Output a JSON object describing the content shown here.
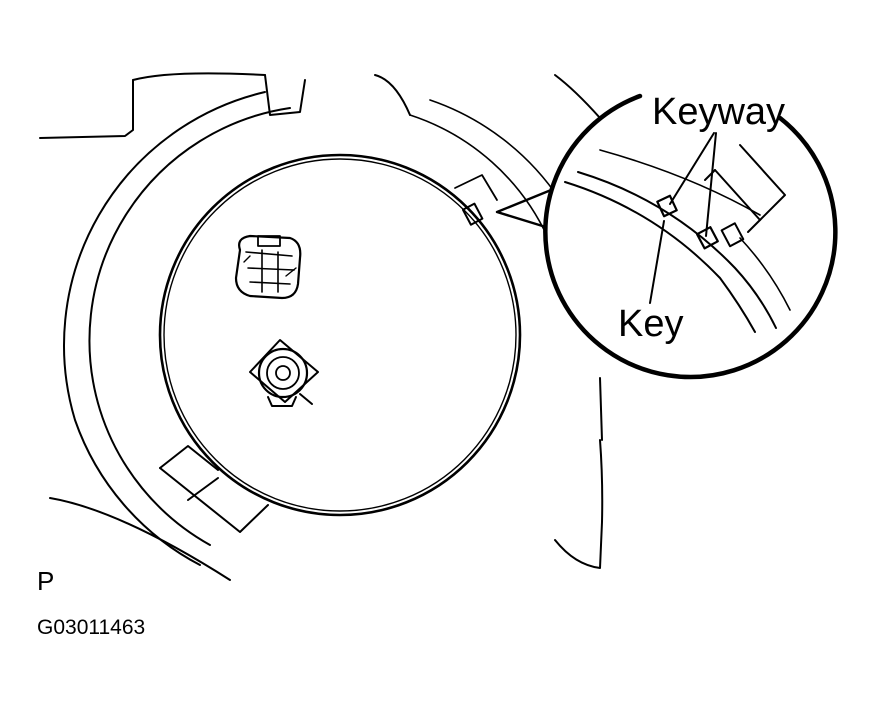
{
  "labels": {
    "keyway": "Keyway",
    "key": "Key",
    "view_letter": "P",
    "figure_code": "G03011463"
  },
  "colors": {
    "line": "#000000",
    "background": "#ffffff"
  }
}
